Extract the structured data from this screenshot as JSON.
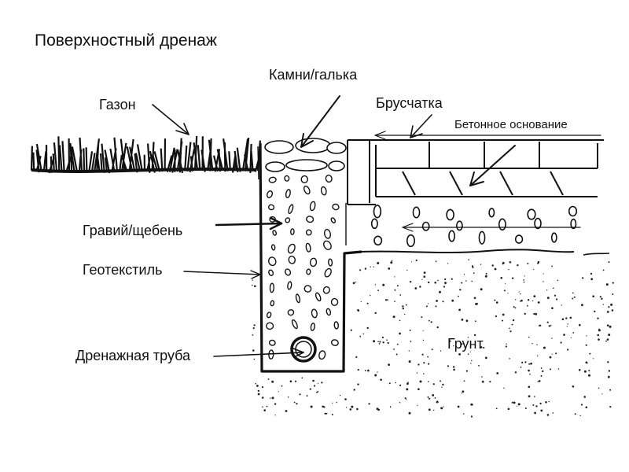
{
  "diagram": {
    "title": "Поверхностный дренаж",
    "labels": {
      "lawn": "Газон",
      "stones": "Камни/галька",
      "paving": "Брусчатка",
      "concrete_base": "Бетонное основание",
      "gravel": "Гравий/щебень",
      "geotextile": "Геотекстиль",
      "drain_pipe": "Дренажная труба",
      "soil": "Грунт."
    }
  }
}
